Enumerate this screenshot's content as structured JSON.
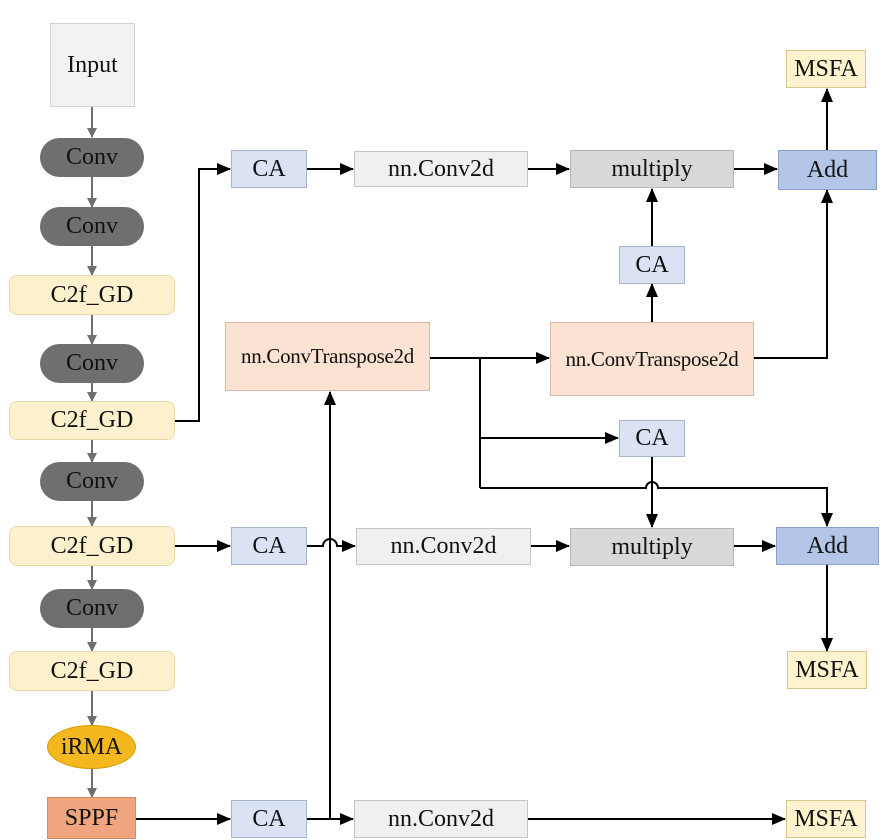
{
  "backbone": {
    "input": "Input",
    "conv1": "Conv",
    "conv2": "Conv",
    "c2f1": "C2f_GD",
    "conv3": "Conv",
    "c2f2": "C2f_GD",
    "conv4": "Conv",
    "c2f3": "C2f_GD",
    "conv5": "Conv",
    "c2f4": "C2f_GD",
    "irma": "iRMA",
    "sppf": "SPPF"
  },
  "top_branch": {
    "ca": "CA",
    "conv2d": "nn.Conv2d",
    "multiply": "multiply",
    "add": "Add",
    "msfa": "MSFA",
    "ca_mid": "CA",
    "trans_right": "nn.ConvTranspose2d"
  },
  "middle": {
    "trans_left": "nn.ConvTranspose2d",
    "ca_right": "CA"
  },
  "mid_branch": {
    "ca": "CA",
    "conv2d": "nn.Conv2d",
    "multiply": "multiply",
    "add": "Add",
    "msfa": "MSFA"
  },
  "bottom_branch": {
    "ca": "CA",
    "conv2d": "nn.Conv2d",
    "msfa": "MSFA"
  },
  "colors": {
    "conv": "#6f6f6f",
    "c2f": "#fdf0cc",
    "ca": "#dae2f4",
    "add": "#b3c6e7",
    "multiply": "#d8d8d8",
    "transpose": "#fbe2d2",
    "irma": "#f4b81e",
    "sppf": "#efa57e"
  }
}
